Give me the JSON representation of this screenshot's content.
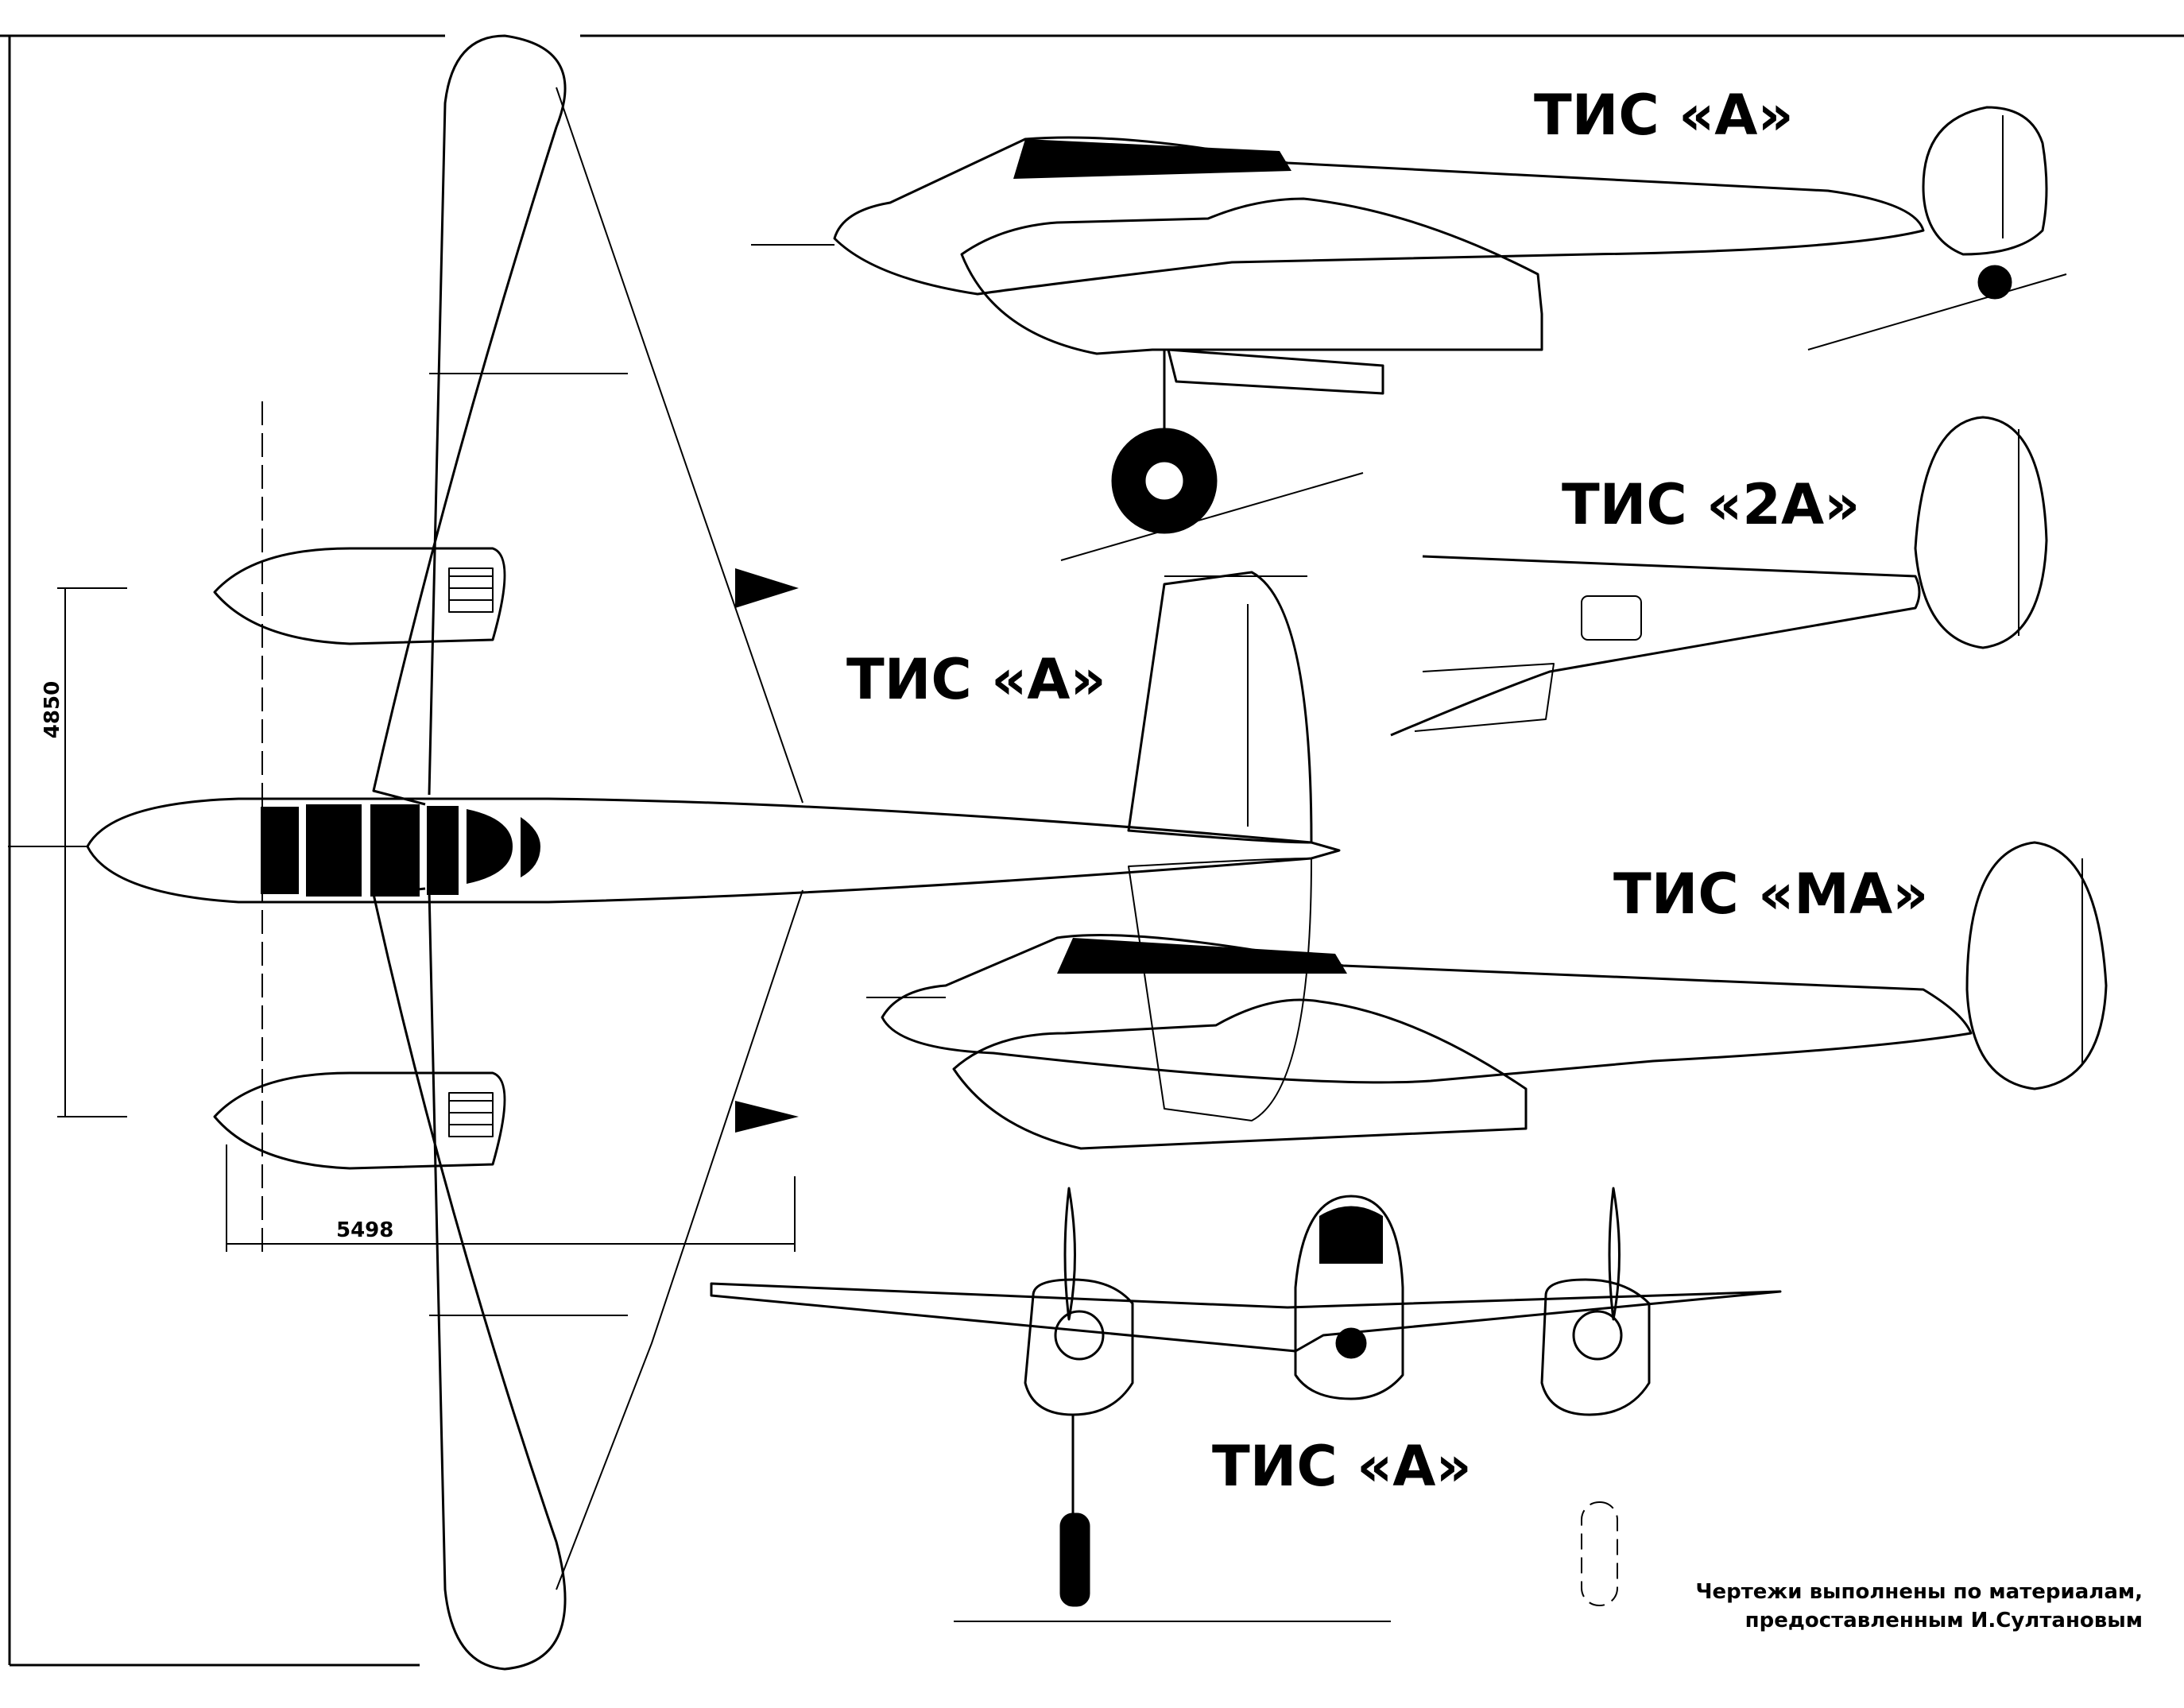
{
  "labels": {
    "side_top": "ТИС «А»",
    "side_2a": "ТИС «2А»",
    "plan_view": "ТИС «А»",
    "side_ma": "ТИС «МА»",
    "front_view": "ТИС «А»"
  },
  "dimensions": {
    "height_dim": "4850",
    "span_dim": "5498"
  },
  "credit": {
    "line1": "Чертежи выполнены по материалам,",
    "line2": "предоставленным И.Султановым"
  }
}
